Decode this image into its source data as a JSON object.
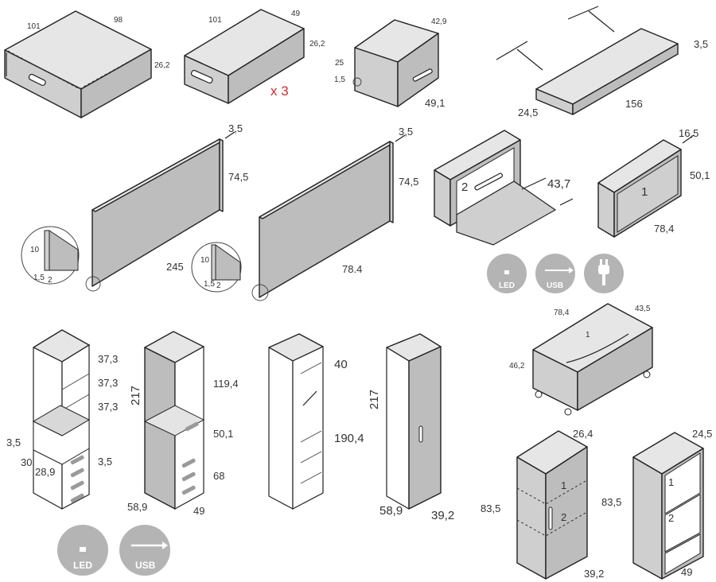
{
  "items": {
    "drawer_large": {
      "w": "101",
      "d": "98",
      "h": "26,2"
    },
    "drawer_small": {
      "w": "101",
      "d": "49",
      "h": "26,2",
      "qty": "x 3"
    },
    "nightstand": {
      "w": "42,9",
      "h": "25",
      "detail": "1,5",
      "d": "49,1"
    },
    "shelf": {
      "t": "3,5",
      "w": "24,5",
      "l": "156"
    },
    "panel_large": {
      "t": "3,5",
      "h": "74,5",
      "l": "245",
      "detail": {
        "a": "10",
        "b": "1,5",
        "c": "2"
      }
    },
    "panel_small": {
      "t": "3,5",
      "h": "74,5",
      "l": "78.4",
      "detail": {
        "a": "10",
        "b": "1,5",
        "c": "2"
      }
    },
    "desk_unit": {
      "num": "2",
      "d": "43,7"
    },
    "wall_box": {
      "d": "16,5",
      "h": "50,1",
      "w": "78,4",
      "num": "1"
    },
    "tower_open": {
      "s1": "37,3",
      "s2": "37,3",
      "s3": "37,3",
      "l1": "3,5",
      "l2": "30",
      "l3": "28,9",
      "r1": "3,5"
    },
    "tower_doors": {
      "h": "217",
      "a": "119,4",
      "b": "50,1",
      "c": "68",
      "w": "58,9",
      "d": "49"
    },
    "wardrobe_open": {
      "a": "40",
      "b": "190,4"
    },
    "wardrobe_closed": {
      "h": "217",
      "w": "58,9",
      "d": "39,2"
    },
    "chest": {
      "w": "78,4",
      "d": "43,5",
      "h": "46,2",
      "num": "1"
    },
    "cabinet_closed": {
      "t": "26,4",
      "hl": "83,5",
      "hr": "83,5",
      "n1": "1",
      "n2": "2",
      "d": "39,2"
    },
    "cabinet_open": {
      "t": "24,5",
      "n1": "1",
      "n2": "2",
      "d": "49"
    }
  },
  "badges": {
    "led": "LED",
    "usb": "USB",
    "led2": "LED",
    "usb2": "USB"
  }
}
